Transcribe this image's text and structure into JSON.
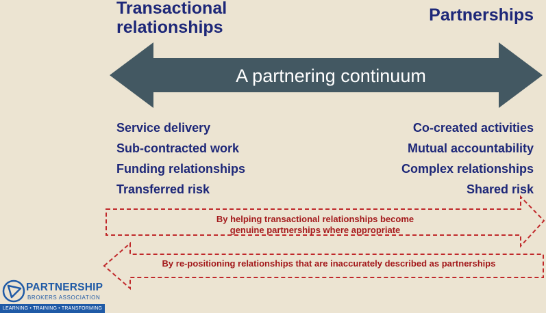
{
  "headings": {
    "left": "Transactional relationships",
    "right": "Partnerships"
  },
  "arrow": {
    "label": "A partnering continuum",
    "color": "#435862"
  },
  "left_items": [
    "Service delivery",
    "Sub-contracted work",
    "Funding relationships",
    "Transferred risk"
  ],
  "right_items": [
    "Co-created activities",
    "Mutual accountability",
    "Complex relationships",
    "Shared risk"
  ],
  "forward_arrow": {
    "line1": "By helping transactional relationships become",
    "line2": "genuine partnerships where appropriate",
    "color": "#c0282a"
  },
  "backward_arrow": {
    "text": "By re-positioning relationships that are inaccurately described as partnerships",
    "color": "#c0282a"
  },
  "logo": {
    "name": "PARTNERSHIP",
    "subtitle": "BROKERS ASSOCIATION",
    "tagline": "LEARNING • TRAINING • TRANSFORMING",
    "icon": "triangle-logo-icon",
    "color": "#1f5aa6"
  }
}
